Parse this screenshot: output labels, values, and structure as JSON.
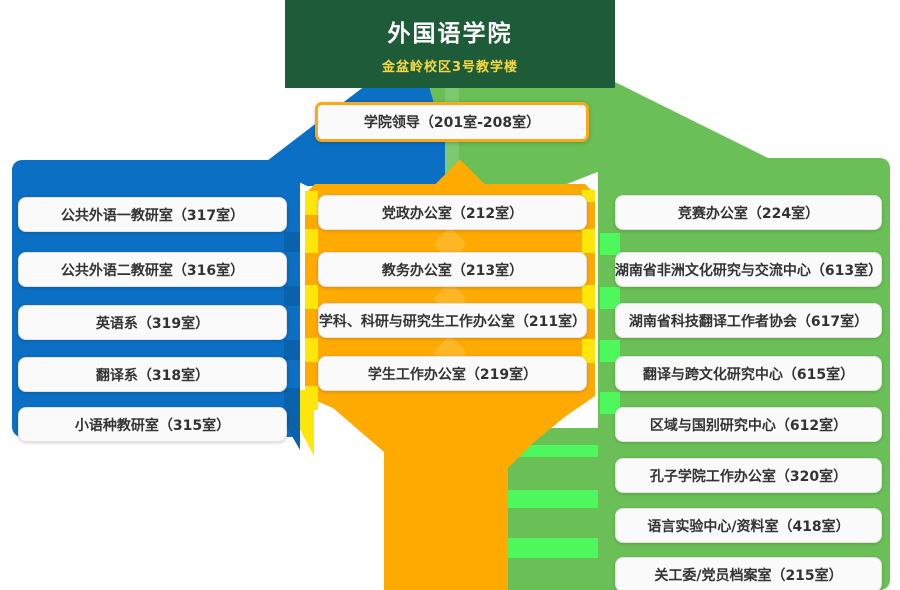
{
  "header": {
    "title": "外国语学院",
    "subtitle": "金盆岭校区3号教学楼"
  },
  "leadership": {
    "label": "学院领导（201室-208室）"
  },
  "columns": {
    "left": {
      "name": "teaching-departments",
      "items": [
        "公共外语一教研室（317室）",
        "公共外语二教研室（316室）",
        "英语系（319室）",
        "翻译系（318室）",
        "小语种教研室（315室）"
      ]
    },
    "middle": {
      "name": "admin-offices",
      "items": [
        "党政办公室（212室）",
        "教务办公室（213室）",
        "学科、科研与研究生工作办公室（211室）",
        "学生工作办公室（219室）"
      ]
    },
    "right": {
      "name": "centers-and-services",
      "items": [
        "竞赛办公室（224室）",
        "湖南省非洲文化研究与交流中心（613室）",
        "湖南省科技翻译工作者协会（617室）",
        "翻译与跨文化研究中心（615室）",
        "区域与国别研究中心（612室）",
        "孔子学院工作办公室（320室）",
        "语言实验中心/资料室（418室）",
        "关工委/党员档案室（215室）"
      ]
    }
  },
  "colors": {
    "headerGreen": "#1E5B39",
    "subtitleYellow": "#F7D93F",
    "blue": "#0B6FC4",
    "blueDark": "#0A61AC",
    "orange": "#FFAA00",
    "yellow": "#FFE60A",
    "green": "#6ABF56",
    "greenBright": "#4DF85C",
    "greenLight": "#7CC96F",
    "accentBorder": "#F7A81B",
    "boxBg": "#FAFAFA",
    "boxText": "#333333"
  }
}
